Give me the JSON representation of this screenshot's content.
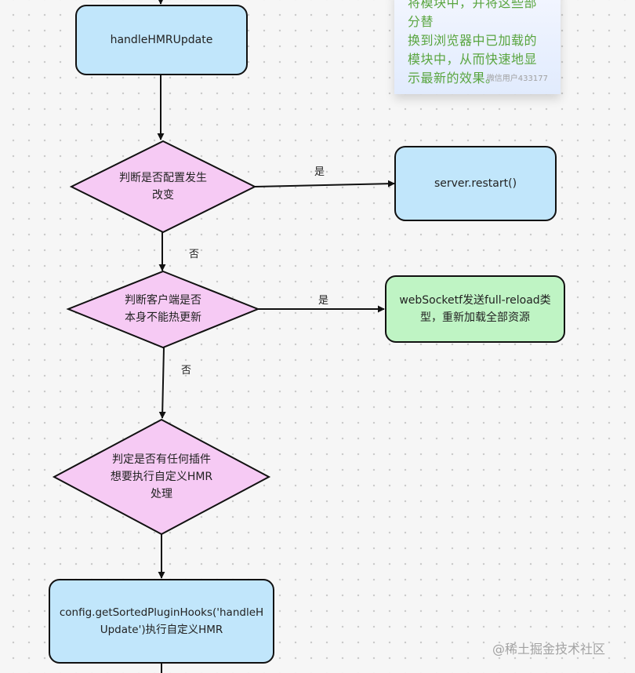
{
  "note": {
    "lines": [
      "将模块中，并将这些部分替",
      "换到浏览器中已加载的",
      "模块中，从而快速地显",
      "示最新的效果。"
    ],
    "author": "微信用户433177"
  },
  "nodes": {
    "handle_hmr_update": {
      "lines": [
        "handleHMRUpdate"
      ]
    },
    "config_changed": {
      "lines": [
        "判断是否配置发生",
        "改变"
      ]
    },
    "server_restart": {
      "lines": [
        "server.restart()"
      ]
    },
    "client_cannot_hot_update": {
      "lines": [
        "判断客户端是否",
        "本身不能热更新"
      ]
    },
    "full_reload": {
      "lines": [
        "webSocketf发送full-reload类",
        "型，重新加载全部资源"
      ]
    },
    "plugin_custom_hmr": {
      "lines": [
        "判定是否有任何插件",
        "想要执行自定义HMR",
        "处理"
      ]
    },
    "sorted_plugin_hooks": {
      "lines": [
        "config.getSortedPluginHooks('handleH",
        "Update')执行自定义HMR"
      ]
    }
  },
  "edge_labels": {
    "yes_1": "是",
    "no_1": "否",
    "yes_2": "是",
    "no_2": "否"
  },
  "colors": {
    "process_fill": "#c1e6fb",
    "decision_fill": "#f6caf4",
    "success_fill": "#bff4c4",
    "note_text": "#59a53f"
  },
  "watermark": "@稀土掘金技术社区"
}
